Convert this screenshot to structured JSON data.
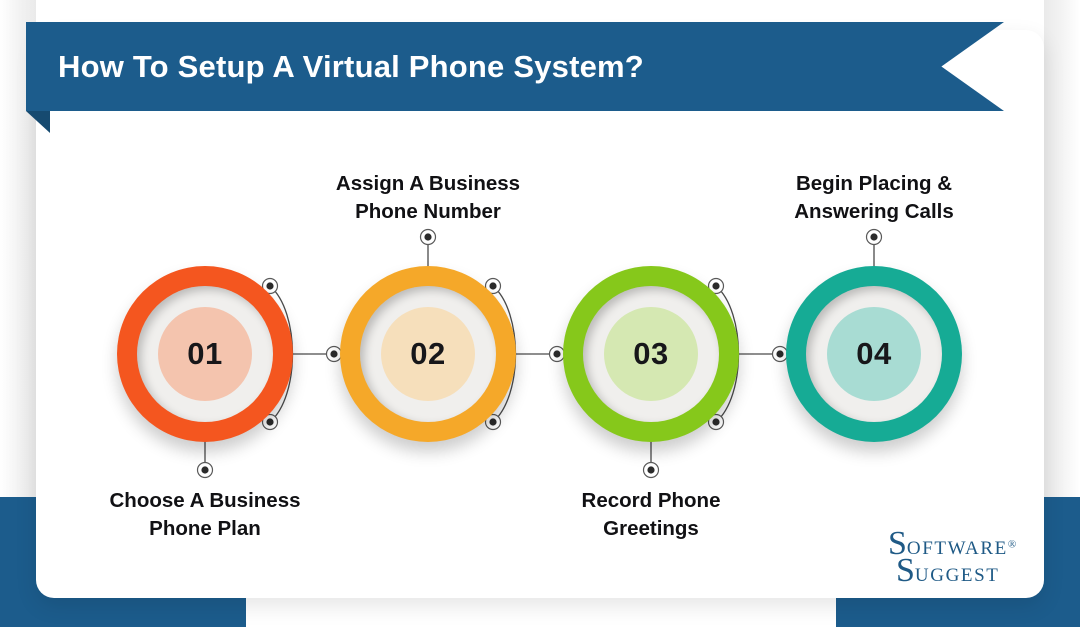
{
  "header": {
    "title": "How To Setup A Virtual Phone System?",
    "background_color": "#1c5c8c",
    "text_color": "#ffffff"
  },
  "page": {
    "background_color": "#ffffff",
    "card_color": "#ffffff",
    "accent_color": "#1c5c8c"
  },
  "steps": [
    {
      "number": "01",
      "label_line1": "Choose A Business",
      "label_line2": "Phone Plan",
      "label_position": "below",
      "outer_color": "#f4561f",
      "mid_color": "#f0efed",
      "inner_color": "#f4c4ae"
    },
    {
      "number": "02",
      "label_line1": "Assign A Business",
      "label_line2": "Phone Number",
      "label_position": "above",
      "outer_color": "#f5a829",
      "mid_color": "#f0efed",
      "inner_color": "#f6dfbb"
    },
    {
      "number": "03",
      "label_line1": "Record Phone",
      "label_line2": "Greetings",
      "label_position": "below",
      "outer_color": "#86c81b",
      "mid_color": "#f0efed",
      "inner_color": "#d5e8b2"
    },
    {
      "number": "04",
      "label_line1": "Begin Placing &",
      "label_line2": "Answering Calls",
      "label_position": "above",
      "outer_color": "#16ab95",
      "mid_color": "#f0efed",
      "inner_color": "#a8dcd3"
    }
  ],
  "logo": {
    "cap1": "S",
    "rest1": "OFTWARE",
    "registered": "®",
    "cap2": "S",
    "rest2": "UGGEST",
    "color": "#1f5a86"
  }
}
